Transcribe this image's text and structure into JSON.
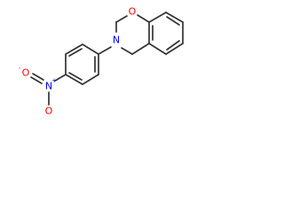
{
  "molecule": {
    "atoms": {
      "ring_oxygen": "O",
      "ring_nitrogen": "N",
      "nitro_nitrogen": "N",
      "nitro_nitrogen_charge": "+",
      "nitro_oxygen_top": "O",
      "nitro_oxygen_top_charge": "-",
      "nitro_oxygen_bottom": "O"
    },
    "colors": {
      "bond": "#333333",
      "oxygen": "#ff0000",
      "nitrogen": "#0000ff",
      "background": "#ffffff"
    }
  }
}
